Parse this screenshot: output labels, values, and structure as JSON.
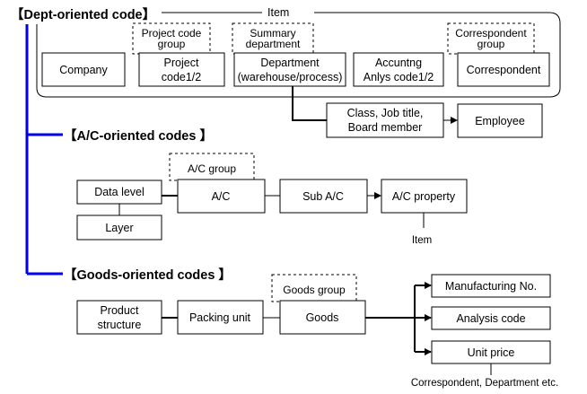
{
  "headings": {
    "dept": "【Dept-oriented code】",
    "ac": "【A/C-oriented codes 】",
    "goods": "【Goods-oriented codes 】"
  },
  "dept": {
    "item_label": "Item",
    "boxes": {
      "company": "Company",
      "project_code_1": "Project",
      "project_code_2": "code1/2",
      "department_1": "Department",
      "department_2": "(warehouse/process)",
      "accounting_1": "Accuntng",
      "accounting_2": "Anlys code1/2",
      "correspondent": "Correspondent",
      "class_1": "Class, Job title,",
      "class_2": "Board member",
      "employee": "Employee"
    },
    "groups": {
      "project_group_1": "Project code",
      "project_group_2": "group",
      "summary_dept_1": "Summary",
      "summary_dept_2": "department",
      "correspondent_group_1": "Correspondent",
      "correspondent_group_2": "group"
    }
  },
  "ac": {
    "data_level": "Data level",
    "layer": "Layer",
    "ac": "A/C",
    "ac_group": "A/C group",
    "sub_ac": "Sub A/C",
    "ac_property": "A/C property",
    "item_label": "Item"
  },
  "goods": {
    "product_structure_1": "Product",
    "product_structure_2": "structure",
    "packing_unit": "Packing unit",
    "goods": "Goods",
    "goods_group": "Goods group",
    "manufacturing_no": "Manufacturing No.",
    "analysis_code": "Analysis code",
    "unit_price": "Unit price",
    "footnote": "Correspondent, Department etc."
  },
  "colors": {
    "tree_line": "#0000ee",
    "stroke": "#000000"
  }
}
